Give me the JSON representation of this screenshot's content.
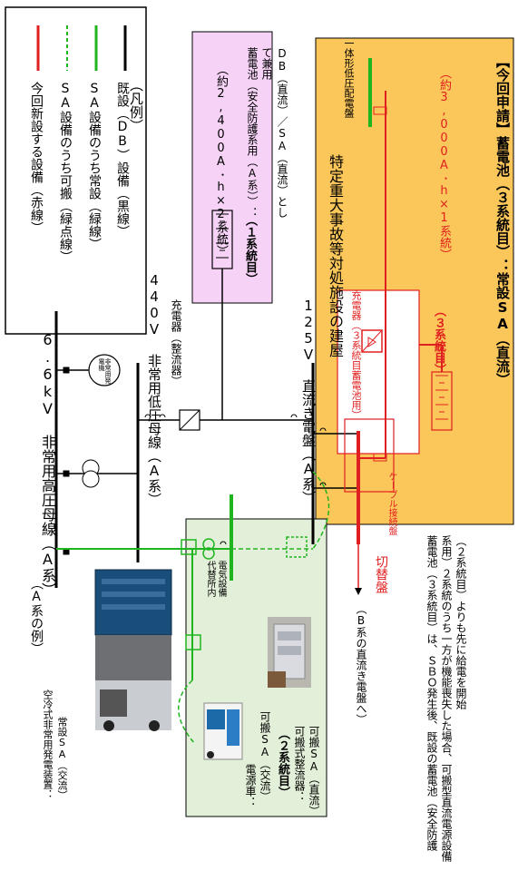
{
  "legend": {
    "title": "（凡例）",
    "items": [
      {
        "label": "既設（DB）設備",
        "note": "（黒線）",
        "color": "#000000",
        "style": "solid"
      },
      {
        "label": "SA設備のうち常設",
        "note": "（緑線）",
        "color": "#1fb51f",
        "style": "solid"
      },
      {
        "label": "SA設備のうち可搬",
        "note": "（緑点線）",
        "color": "#1fb51f",
        "style": "dashed"
      },
      {
        "label": "今回新設する設備",
        "note": "（赤線）",
        "color": "#e02020",
        "style": "solid"
      }
    ]
  },
  "system_label": "（A系の例）",
  "hv_bus_label": "6.6kV 非常用高圧母線（A系）",
  "lv_bus_label": "440V 非常用低圧母線（A系）",
  "dc_bus_label": "125V 直流き電盤（A系）",
  "emergency_gen_label": "非常用発電機",
  "charger_rectifier_label": "充電器（整流器）",
  "battery_group1": {
    "heading": "（１系統目）",
    "capacity": "（約2,400A･h×2系統）",
    "desc_line1": "蓄電池（安全防護系用（A系））：",
    "desc_line2": "DB（直流）／SA（直流）として兼用"
  },
  "facility": {
    "title": "特定重大事故等対処施設の建屋",
    "lv_panel_label": "一体形低圧配電盤",
    "charger_label": "充電器（３系統目蓄電池用）",
    "battery3_heading": "（３系統目）",
    "battery3_capacity": "（約3,000A･h×1系統）",
    "bottom_label": "【今回申請】蓄電池（３系統目）：常設SA（直流）"
  },
  "cable_connector_label": "ケーブル接続盤",
  "switch_panel_label": "切替盤",
  "bsys_label": "（B系の直流き電盤へ）",
  "substitute_label_1": "代替所内",
  "substitute_label_2": "電気設備",
  "aircooled_gen": {
    "line1": "空冷式非常用発電装置：",
    "line2": "常設SA（交流）"
  },
  "group2_box": {
    "power_truck_1": "電源車：",
    "power_truck_2": "可搬SA（交流）",
    "heading": "（２系統目）",
    "rectifier_1": "可搬式整流器：",
    "rectifier_2": "可搬SA（直流）"
  },
  "footnote": {
    "line1": "蓄電池（３系統目）は、ＳＢＯ発生後、既設の蓄電池（安全防護",
    "line2": "系用）２系統のうち一方が機能喪失した場合、可搬型直流電源設備",
    "line3": "（２系統目）よりも先に給電を開始"
  },
  "colors": {
    "black": "#000000",
    "green": "#1fb51f",
    "red": "#e02020",
    "pink_fill": "#f6d3f6",
    "orange_fill": "#fcc75a",
    "green_fill": "#e3f0d9"
  }
}
